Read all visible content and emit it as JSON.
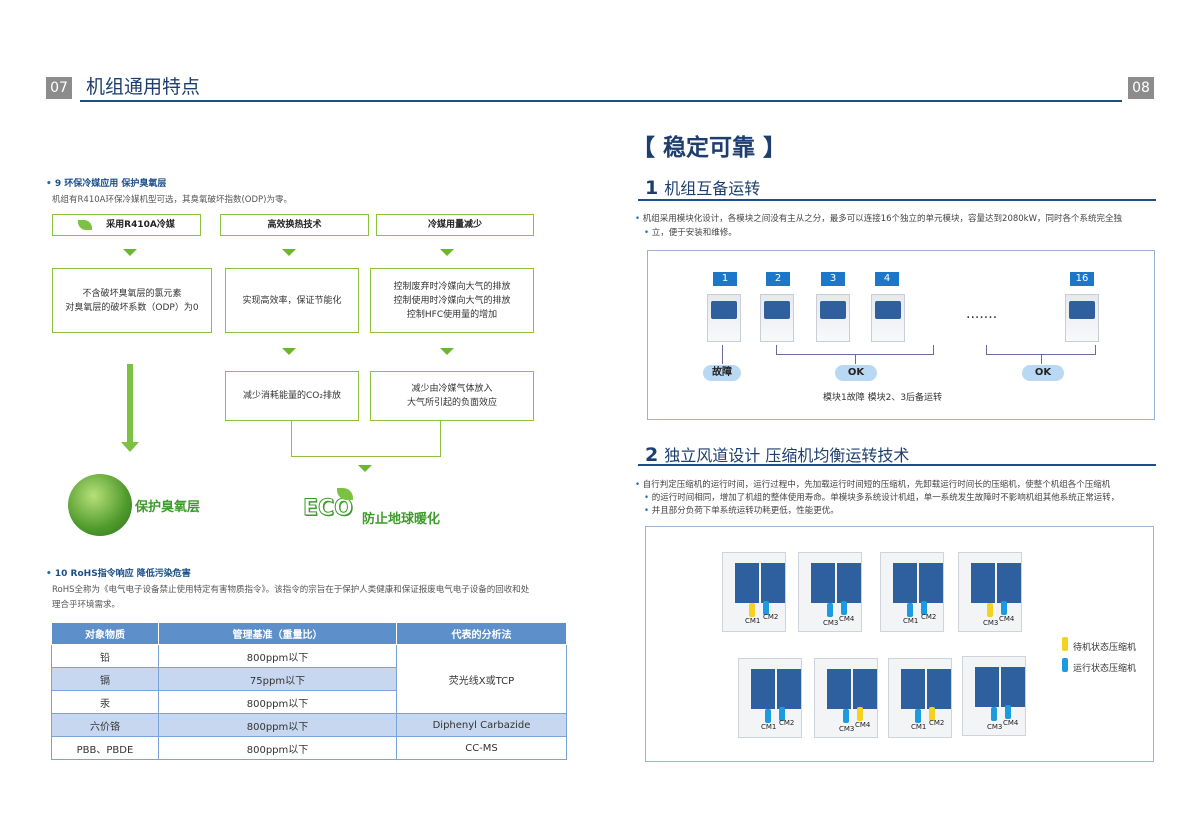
{
  "left": {
    "page_num": "07",
    "title": "机组通用特点",
    "sec9": {
      "heading": "9  环保冷媒应用  保护臭氧层",
      "desc": "机组有R410A环保冷媒机型可选，其臭氧破坏指数(ODP)为零。",
      "boxes": {
        "b1": "采用R410A冷媒",
        "b2": "高效换热技术",
        "b3": "冷媒用量减少",
        "c1a": "不含破坏臭氧层的氯元素",
        "c1b": "对臭氧层的破坏系数（ODP）为0",
        "c2": "实现高效率，保证节能化",
        "c3a": "控制废弃时冷媒向大气的排放",
        "c3b": "控制使用时冷媒向大气的排放",
        "c3c": "控制HFC使用量的增加",
        "d2": "减少消耗能量的CO₂排放",
        "d3a": "减少由冷媒气体放入",
        "d3b": "大气所引起的负面效应"
      },
      "globe_label": "保护臭氧层",
      "eco_logo": "ECO",
      "eco_label": "防止地球暖化"
    },
    "sec10": {
      "heading": "10  RoHS指令响应  降低污染危害",
      "desc1": "RoHS全称为《电气电子设备禁止使用特定有害物质指令》。该指令的宗旨在于保护人类健康和保证报废电气电子设备的回收和处",
      "desc2": "理合乎环境需求。",
      "table": {
        "headers": [
          "对象物质",
          "管理基准（重量比）",
          "代表的分析法"
        ],
        "rows": [
          [
            "铅",
            "800ppm以下"
          ],
          [
            "镉",
            "75ppm以下"
          ],
          [
            "汞",
            "800ppm以下"
          ],
          [
            "六价铬",
            "800ppm以下"
          ],
          [
            "PBB、PBDE",
            "800ppm以下"
          ]
        ],
        "method1": "荧光线X或TCP",
        "method2": "Diphenyl Carbazide",
        "method3": "CC-MS"
      }
    }
  },
  "right": {
    "page_num": "08",
    "main_title": "【  稳定可靠  】",
    "s1": {
      "num": "1",
      "title": "机组互备运转",
      "desc1": "机组采用模块化设计，各模块之间没有主从之分，最多可以连接16个独立的单元模块，容量达到2080kW，同时各个系统完全独",
      "desc2": "立，便于安装和维修。",
      "tags": [
        "1",
        "2",
        "3",
        "4",
        "16"
      ],
      "dots": "·······",
      "fault": "故障",
      "ok1": "OK",
      "ok2": "OK",
      "caption": "模块1故障   模块2、3后备运转"
    },
    "s2": {
      "num": "2",
      "title": "独立风道设计  压缩机均衡运转技术",
      "desc1": "自行判定压缩机的运行时间，运行过程中，先加载运行时间短的压缩机，先卸载运行时间长的压缩机，使整个机组各个压缩机",
      "desc2": "的运行时间相同，增加了机组的整体使用寿命。单模块多系统设计机组，单一系统发生故障时不影响机组其他系统正常运转，",
      "desc3": "并且部分负荷下单系统运转功耗更低，性能更优。",
      "legend_standby": "待机状态压缩机",
      "legend_running": "运行状态压缩机",
      "cm1": "CM1",
      "cm2": "CM2",
      "cm3": "CM3",
      "cm4": "CM4",
      "colors": {
        "standby": "#f4d21f",
        "running": "#1d9be0"
      }
    }
  }
}
